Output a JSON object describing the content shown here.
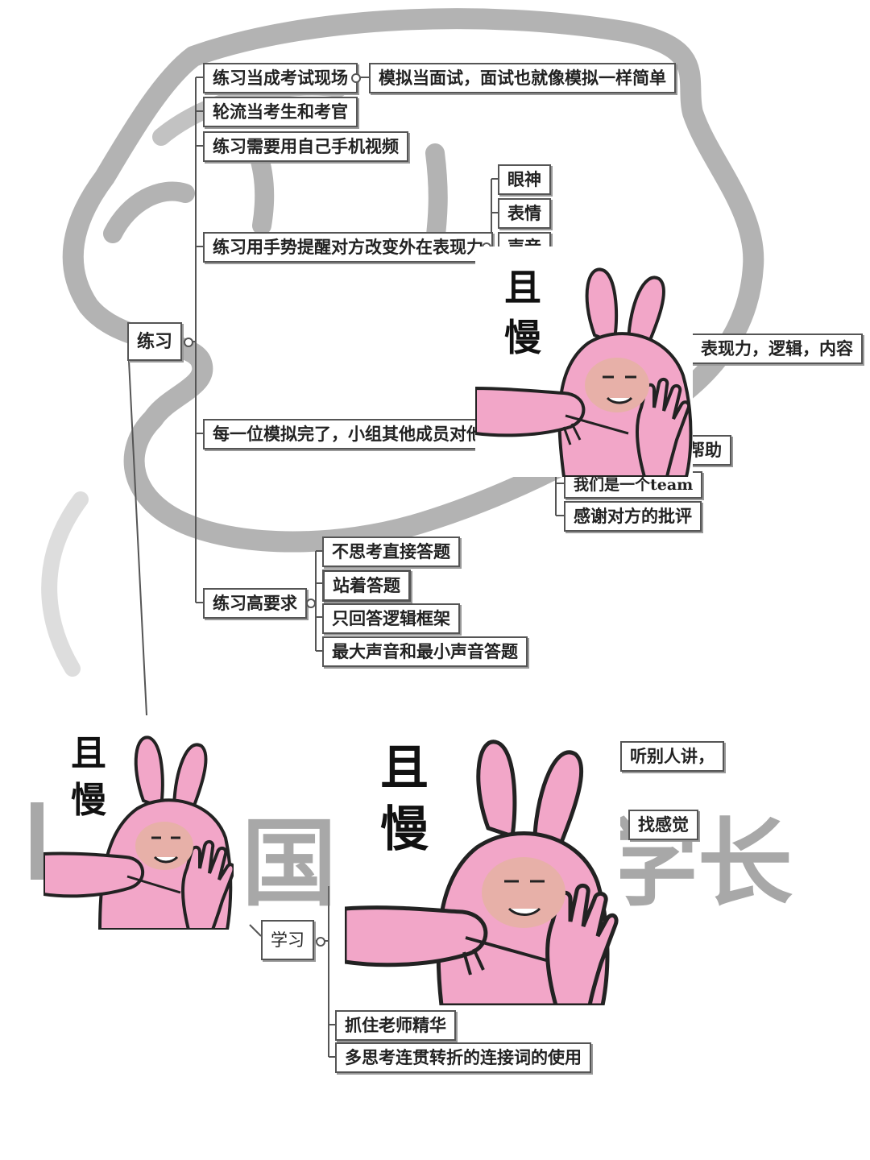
{
  "colors": {
    "line": "#555555",
    "doodle": "#9a9a9a",
    "rabbit": "#f2a6c8",
    "rabbit_outline": "#222222"
  },
  "mindmap": {
    "practice": {
      "root": "练习",
      "items": [
        "练习当成考试现场",
        "轮流当考生和考官",
        "练习需要用自己手机视频",
        "练习用手势提醒对方改变外在表现力",
        "每一位模拟完了，小组其他成员对他评",
        "练习高要求"
      ],
      "exam_scene_child": "模拟当面试，面试也就像模拟一样简单",
      "gesture_children": [
        "眼神",
        "表情",
        "声音"
      ],
      "feedback_children": [
        "表现力，逻辑，内容",
        "相互帮助",
        "我们是一个team",
        "感谢对方的批评"
      ],
      "high_req_children": [
        "不思考直接答题",
        "站着答题",
        "只回答逻辑框架",
        "最大声音和最小声音答题"
      ]
    },
    "study": {
      "root": "学习",
      "visible_children": [
        "听别人讲，",
        "找感觉",
        "抓住老师精华",
        "多思考连贯转折的连接词的使用"
      ]
    }
  },
  "watermark": {
    "part1": "国",
    "part2": "学长"
  },
  "memes": [
    {
      "name": "meme-rabbit-top",
      "caption_line1": "且",
      "caption_line2": "慢"
    },
    {
      "name": "meme-rabbit-bottom-left",
      "caption_line1": "且",
      "caption_line2": "慢"
    },
    {
      "name": "meme-rabbit-bottom-center",
      "caption_line1": "且",
      "caption_line2": "慢"
    }
  ]
}
